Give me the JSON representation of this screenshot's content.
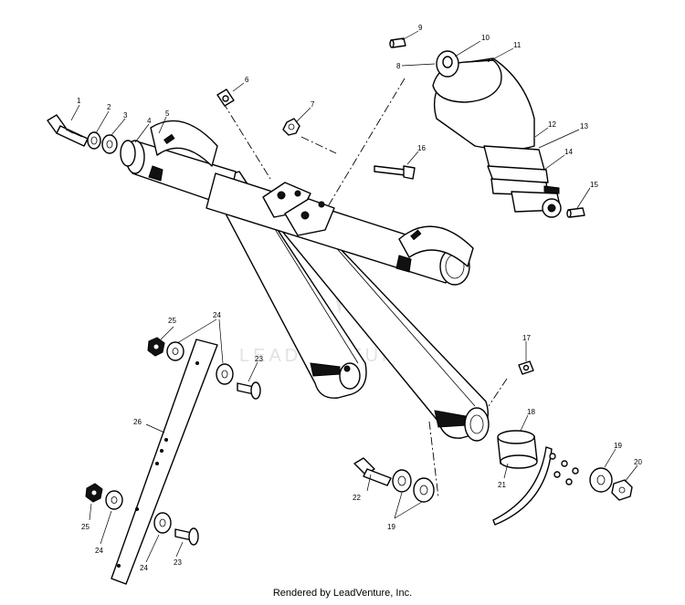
{
  "callouts": {
    "c1": "1",
    "c2": "2",
    "c3": "3",
    "c4": "4",
    "c5": "5",
    "c6": "6",
    "c7": "7",
    "c8": "8",
    "c9": "9",
    "c10": "10",
    "c11": "11",
    "c12": "12",
    "c13": "13",
    "c14": "14",
    "c15": "15",
    "c16": "16",
    "c17": "17",
    "c18": "18",
    "c19a": "19",
    "c19b": "19",
    "c20": "20",
    "c21": "21",
    "c22": "22",
    "c23a": "23",
    "c23b": "23",
    "c24a": "24",
    "c24b": "24",
    "c24c": "24",
    "c25a": "25",
    "c25b": "25",
    "c26": "26"
  },
  "watermark": "LEADVENTURE",
  "footer": "Rendered by LeadVenture, Inc."
}
